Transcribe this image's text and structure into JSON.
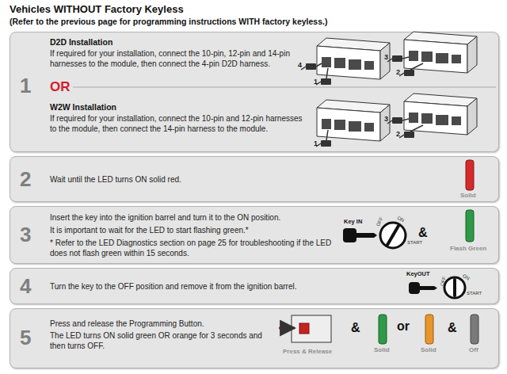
{
  "diagram": {
    "title": "Vehicles WITHOUT Factory Keyless",
    "nodes": [
      {
        "text": [
          "1",
          "D2D Installation",
          "If required for your installation, connect the 10-pin, 12-pin and 14-pin harnesses to the module, then connect the 4-pin D2D harness.",
          "OR",
          "W2W Installation",
          "If required for your installation, connect the 10-pin and 12-pin harnesses to the module, then connect the 14-pin harness to the module."
        ]
      },
      {
        "text": [
          "2",
          "Wait until the LED turns ON solid red."
        ]
      },
      {
        "text": [
          "3",
          "Insert the key into the ignition barrel and turn it to the ON position.",
          "It is important to wait for the LED to start flashing green.*",
          "* Refer to the LED Diagnostics section on page 25 for troubleshooting if the LED does not flash green within 15 seconds."
        ]
      },
      {
        "text": [
          "4",
          "Turn the key to the OFF position and remove it from the ignition barrel."
        ]
      },
      {
        "text": [
          "5",
          "Press and release the Programming Button.",
          "The LED turns ON solid green OR orange for 3 seconds and then turns OFF."
        ]
      }
    ],
    "labels": [
      "(Refer to the previous page for programming instructions WITH factory keyless.)",
      "4",
      "1",
      "3",
      "2",
      "1",
      "3",
      "2",
      "Solid",
      "Key IN",
      "OFF",
      "ON",
      "START",
      "&",
      "Flash Green",
      "KeyOUT",
      "OFF",
      "ON",
      "START",
      "Press & Release",
      "&",
      "Solid",
      "or",
      "Solid",
      "&",
      "Off"
    ]
  }
}
